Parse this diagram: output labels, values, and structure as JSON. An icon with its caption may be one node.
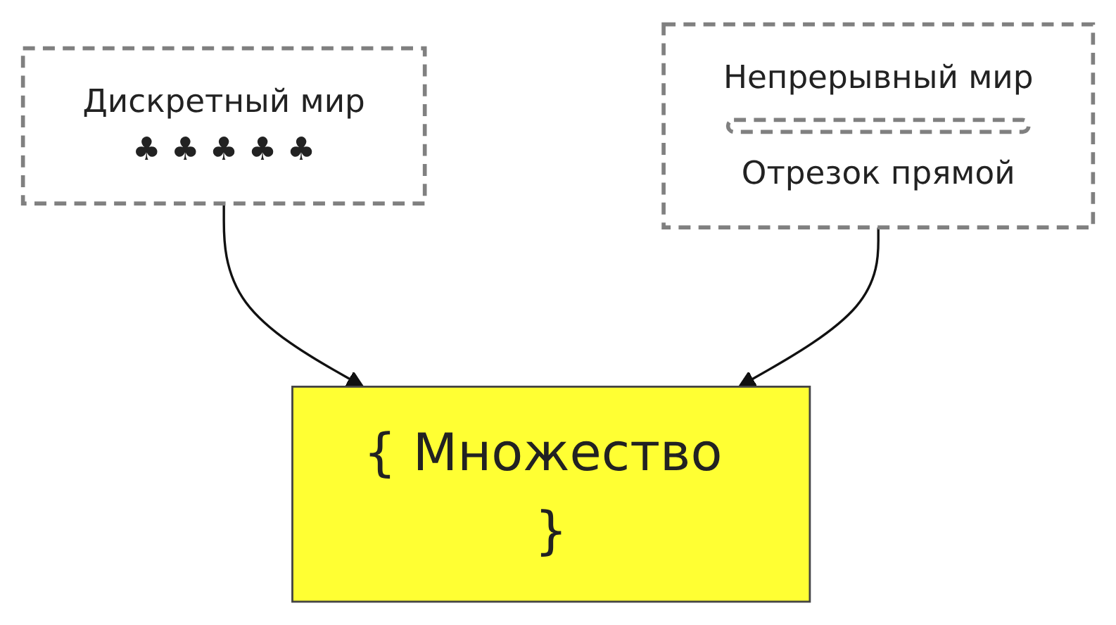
{
  "diagram": {
    "nodes": [
      {
        "text": [
          "Дискретный мир",
          "♣ ♣ ♣ ♣ ♣"
        ]
      },
      {
        "text": [
          "Непрерывный мир",
          "Отрезок прямой"
        ]
      },
      {
        "text": [
          "{ Множество }"
        ]
      }
    ],
    "edges": [
      {
        "from": 0,
        "to": 2,
        "arrow": "to"
      },
      {
        "from": 1,
        "to": 2,
        "arrow": "to"
      }
    ]
  }
}
